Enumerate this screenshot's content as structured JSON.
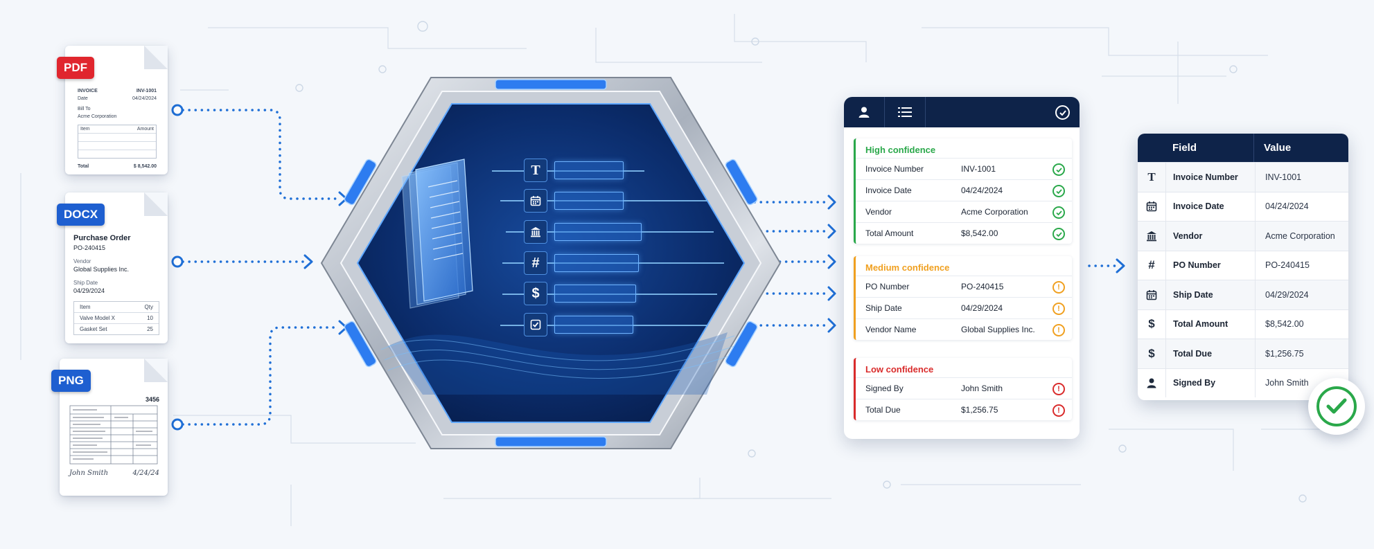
{
  "colors": {
    "navy": "#0e2349",
    "accent_blue": "#1f6fd6",
    "pdf_tag": "#e0262e",
    "docx_tag": "#1e5fd0",
    "png_tag": "#1e5fd0",
    "high": "#2aa84a",
    "medium": "#f0a020",
    "low": "#d92b2b"
  },
  "inputs": {
    "pdf": {
      "tag": "PDF",
      "title": "INVOICE",
      "number": "INV-1001",
      "date_label": "Date",
      "date": "04/24/2024",
      "bill_to_label": "Bill To",
      "bill_to": "Acme Corporation",
      "col_item": "Item",
      "col_amount": "Amount",
      "total_label": "Total",
      "total": "$ 8,542.00"
    },
    "docx": {
      "tag": "DOCX",
      "title": "Purchase Order",
      "number": "PO-240415",
      "vendor_label": "Vendor",
      "vendor": "Global Supplies Inc.",
      "ship_label": "Ship Date",
      "ship": "04/29/2024",
      "col_item": "Item",
      "col_qty": "Qty",
      "rows": [
        {
          "item": "Valve Model X",
          "qty": "10"
        },
        {
          "item": "Gasket Set",
          "qty": "25"
        }
      ]
    },
    "png": {
      "tag": "PNG",
      "number": "3456",
      "signature": "John Smith",
      "date": "4/24/24"
    }
  },
  "processor": {
    "field_icons": [
      "text-icon",
      "calendar-icon",
      "building-icon",
      "hash-icon",
      "dollar-icon",
      "checkbox-icon"
    ]
  },
  "panel": {
    "head_icons": [
      "person-icon",
      "list-icon",
      "check-circle-icon"
    ],
    "high": {
      "title": "High confidence",
      "rows": [
        {
          "k": "Invoice Number",
          "v": "INV-1001"
        },
        {
          "k": "Invoice Date",
          "v": "04/24/2024"
        },
        {
          "k": "Vendor",
          "v": "Acme Corporation"
        },
        {
          "k": "Total Amount",
          "v": "$8,542.00"
        }
      ]
    },
    "medium": {
      "title": "Medium confidence",
      "rows": [
        {
          "k": "PO Number",
          "v": "PO-240415"
        },
        {
          "k": "Ship Date",
          "v": "04/29/2024"
        },
        {
          "k": "Vendor Name",
          "v": "Global Supplies Inc."
        }
      ]
    },
    "low": {
      "title": "Low confidence",
      "rows": [
        {
          "k": "Signed By",
          "v": "John Smith"
        },
        {
          "k": "Total Due",
          "v": "$1,256.75"
        }
      ]
    }
  },
  "output": {
    "col_field": "Field",
    "col_value": "Value",
    "rows": [
      {
        "icon": "text-icon",
        "field": "Invoice Number",
        "value": "INV-1001"
      },
      {
        "icon": "calendar-icon",
        "field": "Invoice Date",
        "value": "04/24/2024"
      },
      {
        "icon": "building-icon",
        "field": "Vendor",
        "value": "Acme Corporation"
      },
      {
        "icon": "hash-icon",
        "field": "PO Number",
        "value": "PO-240415"
      },
      {
        "icon": "calendar-icon",
        "field": "Ship Date",
        "value": "04/29/2024"
      },
      {
        "icon": "dollar-icon",
        "field": "Total Amount",
        "value": "$8,542.00"
      },
      {
        "icon": "dollar-icon",
        "field": "Total Due",
        "value": "$1,256.75"
      },
      {
        "icon": "person-icon",
        "field": "Signed By",
        "value": "John Smith"
      }
    ],
    "badge_icon": "check-circle-icon"
  }
}
